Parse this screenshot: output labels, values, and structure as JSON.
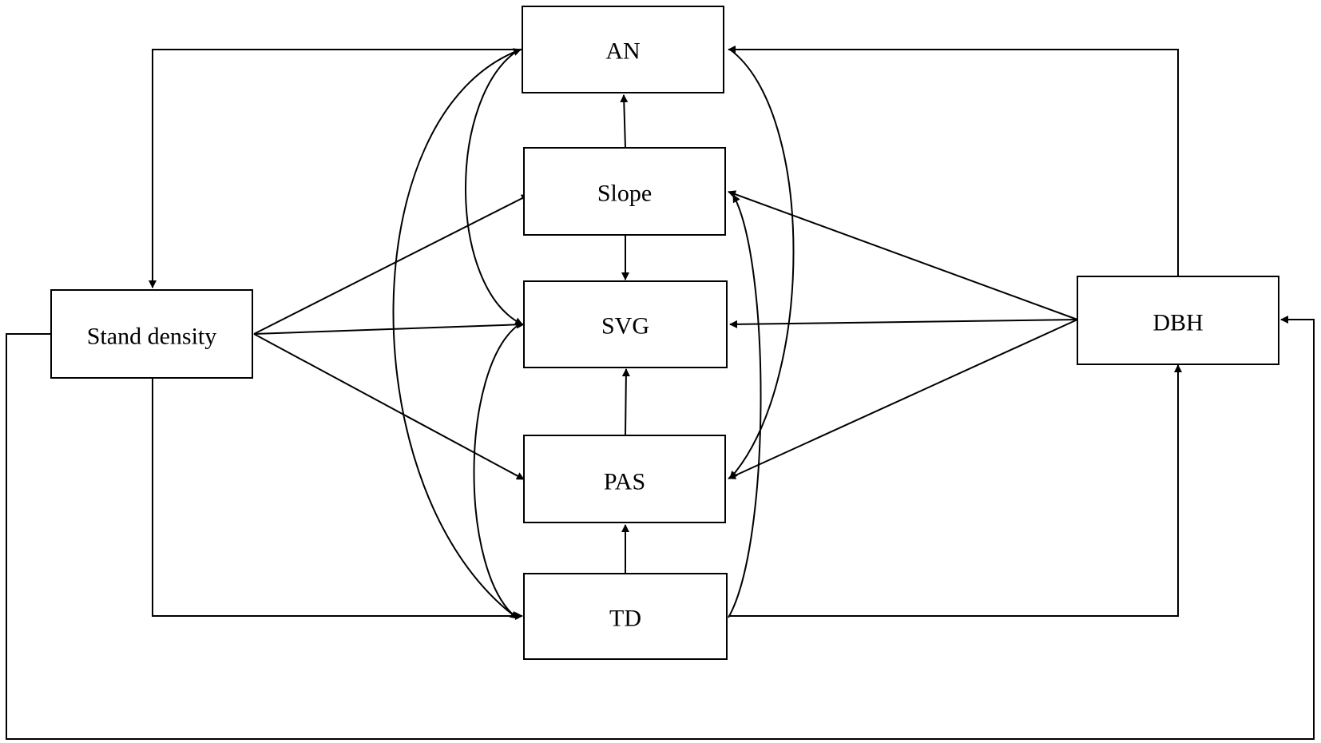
{
  "nodes": {
    "an": {
      "label": "AN"
    },
    "slope": {
      "label": "Slope"
    },
    "svg": {
      "label": "SVG"
    },
    "pas": {
      "label": "PAS"
    },
    "td": {
      "label": "TD"
    },
    "stand_density": {
      "label": "Stand density"
    },
    "dbh": {
      "label": "DBH"
    }
  },
  "edges": [
    {
      "from": "Slope",
      "to": "AN"
    },
    {
      "from": "Slope",
      "to": "SVG"
    },
    {
      "from": "PAS",
      "to": "SVG"
    },
    {
      "from": "TD",
      "to": "PAS"
    },
    {
      "from": "Stand density",
      "to": "Slope"
    },
    {
      "from": "Stand density",
      "to": "SVG"
    },
    {
      "from": "Stand density",
      "to": "PAS"
    },
    {
      "from": "Stand density",
      "to": "TD"
    },
    {
      "from": "Stand density",
      "to": "DBH"
    },
    {
      "from": "AN",
      "to": "Stand density"
    },
    {
      "from": "DBH",
      "to": "AN"
    },
    {
      "from": "DBH",
      "to": "Slope"
    },
    {
      "from": "DBH",
      "to": "SVG"
    },
    {
      "from": "DBH",
      "to": "PAS"
    },
    {
      "from": "TD",
      "to": "DBH"
    },
    {
      "from": "AN",
      "to": "SVG"
    },
    {
      "from": "TD",
      "to": "AN"
    },
    {
      "from": "SVG",
      "to": "TD"
    },
    {
      "from": "TD",
      "to": "Slope"
    },
    {
      "from": "AN",
      "to": "PAS"
    }
  ],
  "colors": {
    "stroke": "#000000",
    "background": "#ffffff"
  }
}
